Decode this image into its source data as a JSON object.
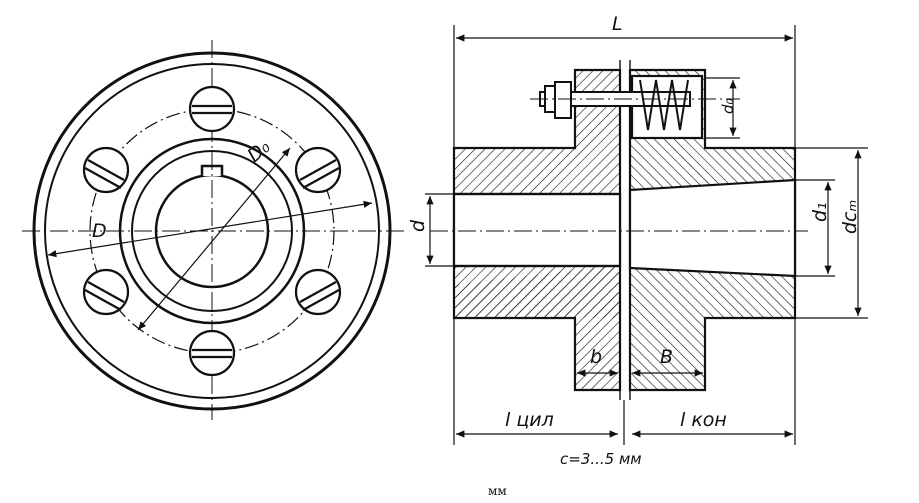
{
  "labels": {
    "L": "L",
    "D": "D",
    "D0": "D₀",
    "d": "d",
    "d0": "d₀",
    "d1": "d₁",
    "dcm": "dᴄₘ",
    "b": "b",
    "B": "B",
    "l_cyl": "l цил",
    "l_kon": "l кон",
    "gap": "c=3...5 мм"
  },
  "caption": "мм"
}
